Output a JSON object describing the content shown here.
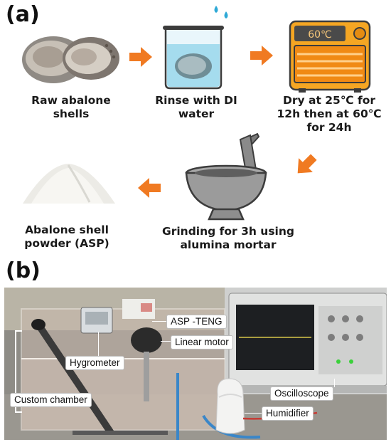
{
  "panel_a": {
    "label": "(a)",
    "steps": [
      {
        "caption_lines": [
          "Raw abalone",
          "shells"
        ]
      },
      {
        "caption_lines": [
          "Rinse with DI",
          "water"
        ]
      },
      {
        "caption_lines": [
          "Dry at 25℃ for",
          "12h then at 60℃",
          "for 24h"
        ]
      },
      {
        "caption_lines": [
          "Grinding for 3h using",
          "alumina mortar"
        ]
      },
      {
        "caption_lines": [
          "Abalone shell",
          "powder (ASP)"
        ]
      }
    ],
    "oven_display": "60℃"
  },
  "panel_b": {
    "label": "(b)",
    "labels": {
      "asp_teng": "ASP -TENG",
      "linear_motor": "Linear motor",
      "hygrometer": "Hygrometer",
      "custom_chamber": "Custom chamber",
      "oscilloscope": "Oscilloscope",
      "humidifier": "Humidifier"
    }
  },
  "colors": {
    "arrow": "#f07a22",
    "oven_body": "#f5a623",
    "water": "#9fd8ec"
  }
}
